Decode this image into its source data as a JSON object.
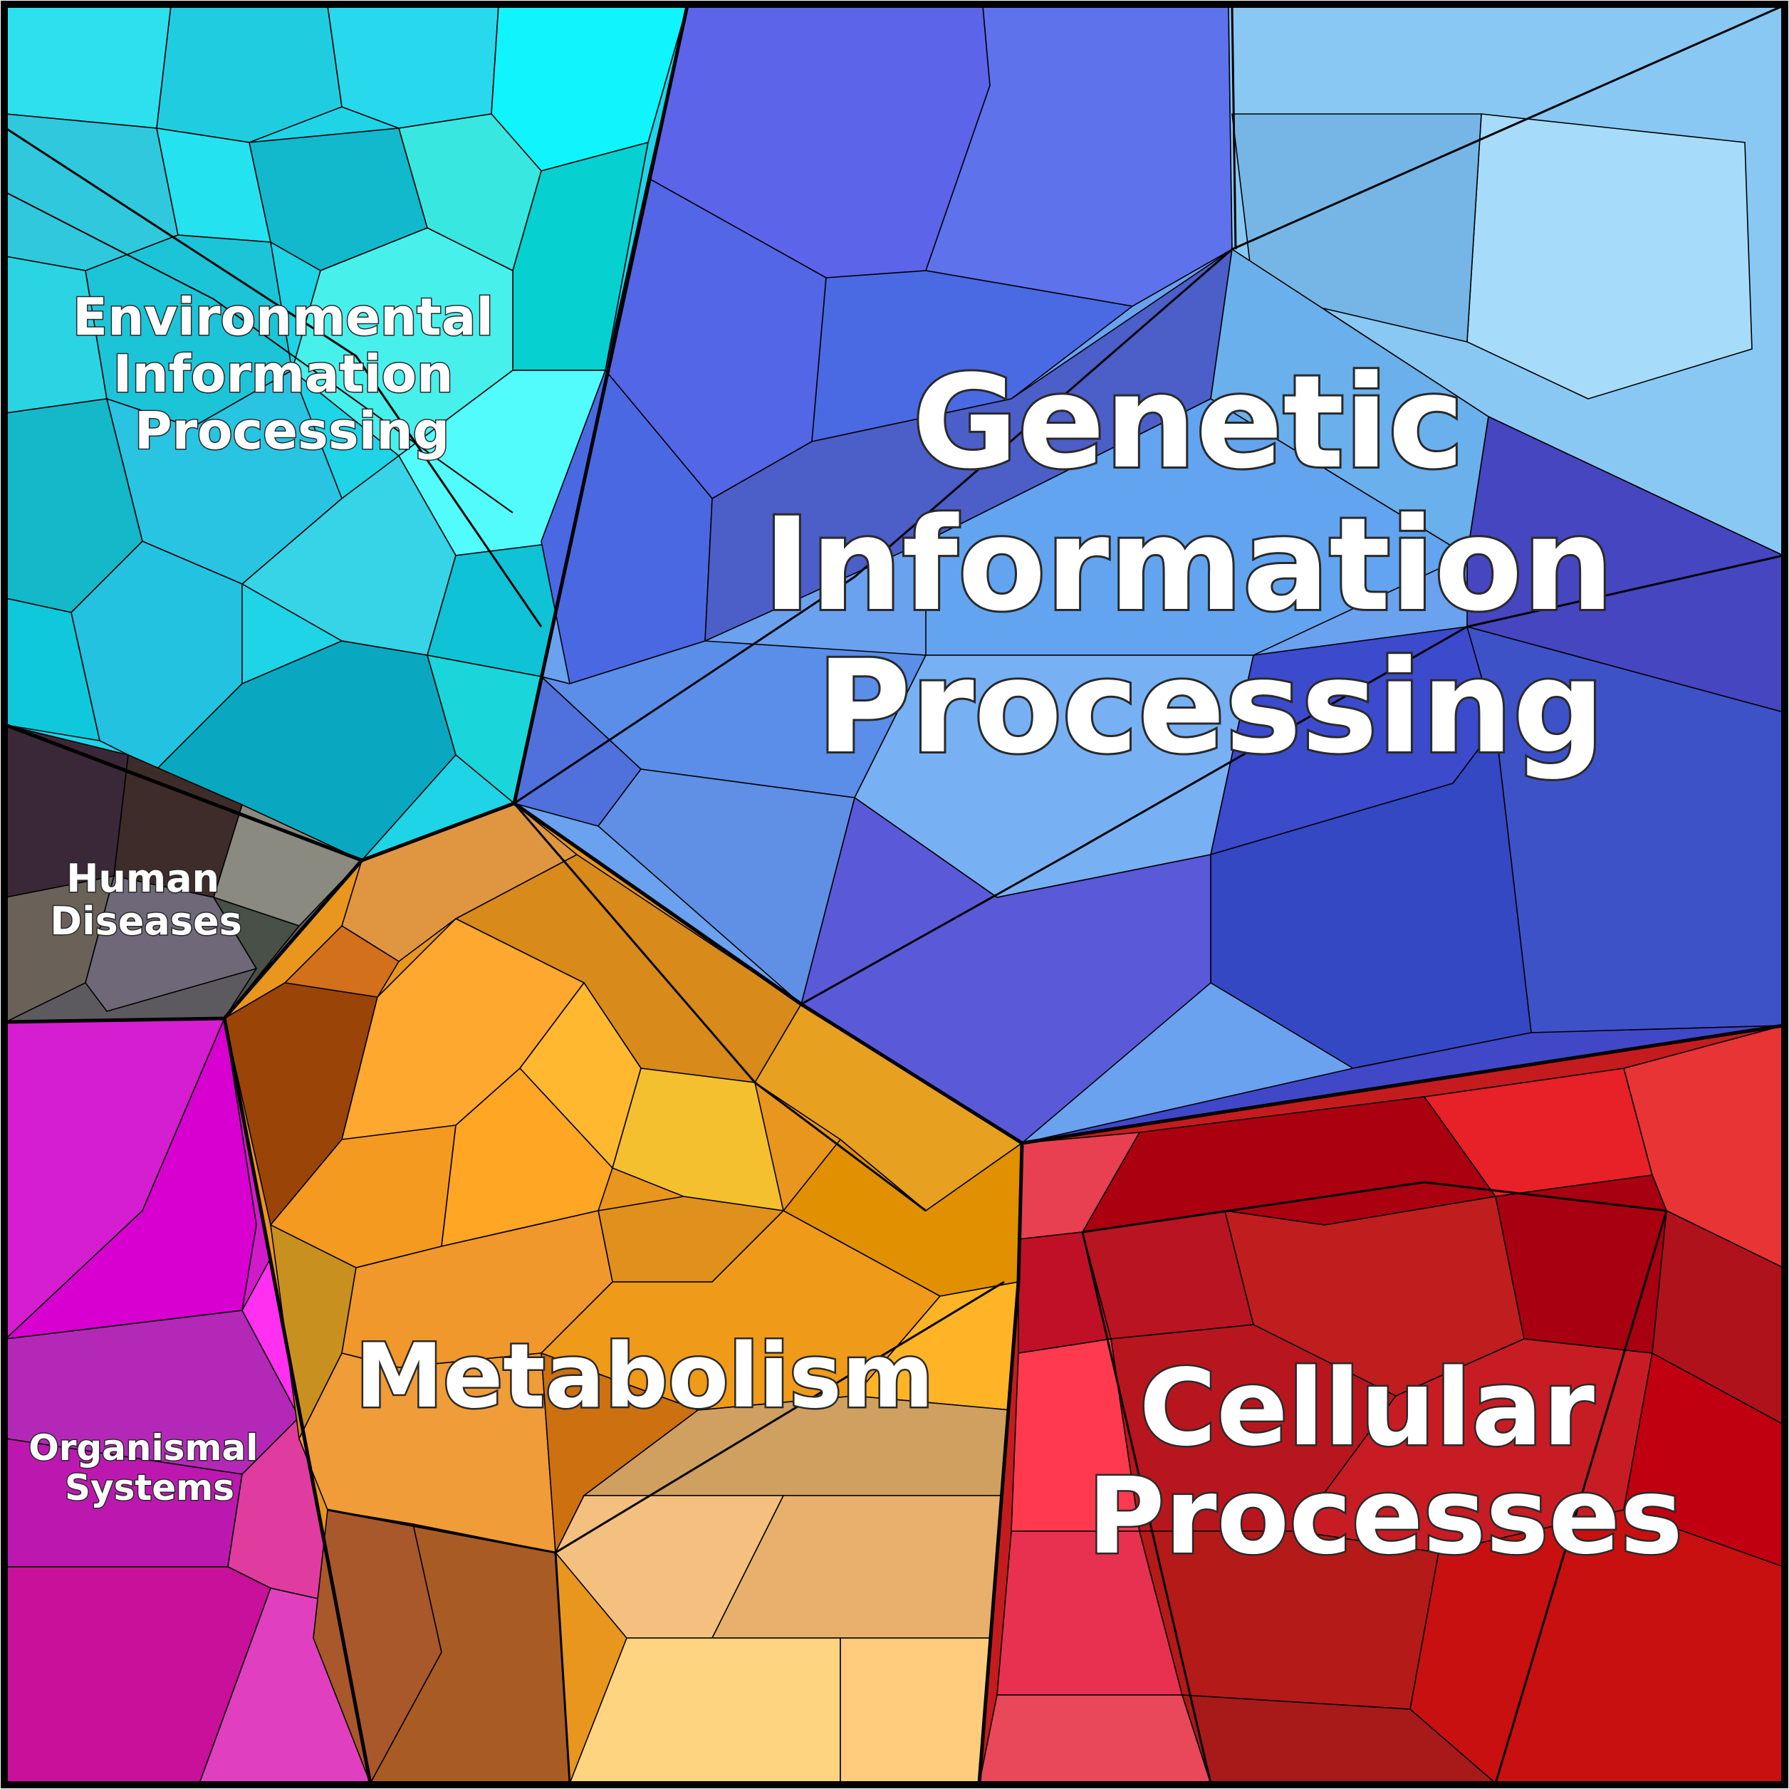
{
  "colors": {
    "environmental": "#15d4e6",
    "genetic_dark": "#5a68e6",
    "genetic_light": "#8cc4f6",
    "genetic_mid": "#63a0f0",
    "genetic_low": "#3d4fcc",
    "human_diseases": "#5c5a5e",
    "organismal": "#d21ec8",
    "metabolism": "#e8961e",
    "metabolism_tan": "#e8b876",
    "metabolism_brown": "#a85a24",
    "cellular": "#c41c1e",
    "outline": "#000000"
  },
  "regions": [
    {
      "id": "environmental",
      "label_lines": [
        "Environmental",
        "Information",
        "Processing"
      ]
    },
    {
      "id": "genetic",
      "label_lines": [
        "Genetic",
        "Information",
        "Processing"
      ]
    },
    {
      "id": "human_diseases",
      "label_lines": [
        "Human",
        "Diseases"
      ]
    },
    {
      "id": "organismal",
      "label_lines": [
        "Organismal",
        "Systems"
      ]
    },
    {
      "id": "metabolism",
      "label_lines": [
        "Metabolism"
      ]
    },
    {
      "id": "cellular",
      "label_lines": [
        "Cellular",
        "Processes"
      ]
    }
  ]
}
